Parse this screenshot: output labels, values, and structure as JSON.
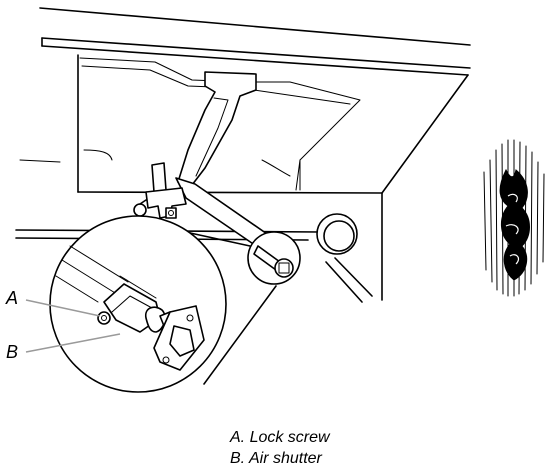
{
  "callouts": {
    "a": {
      "letter": "A",
      "text": "A. Lock screw"
    },
    "b": {
      "letter": "B",
      "text": "B. Air shutter"
    }
  },
  "colors": {
    "line": "#000000",
    "leader": "#9a9a9a",
    "background": "#ffffff"
  }
}
